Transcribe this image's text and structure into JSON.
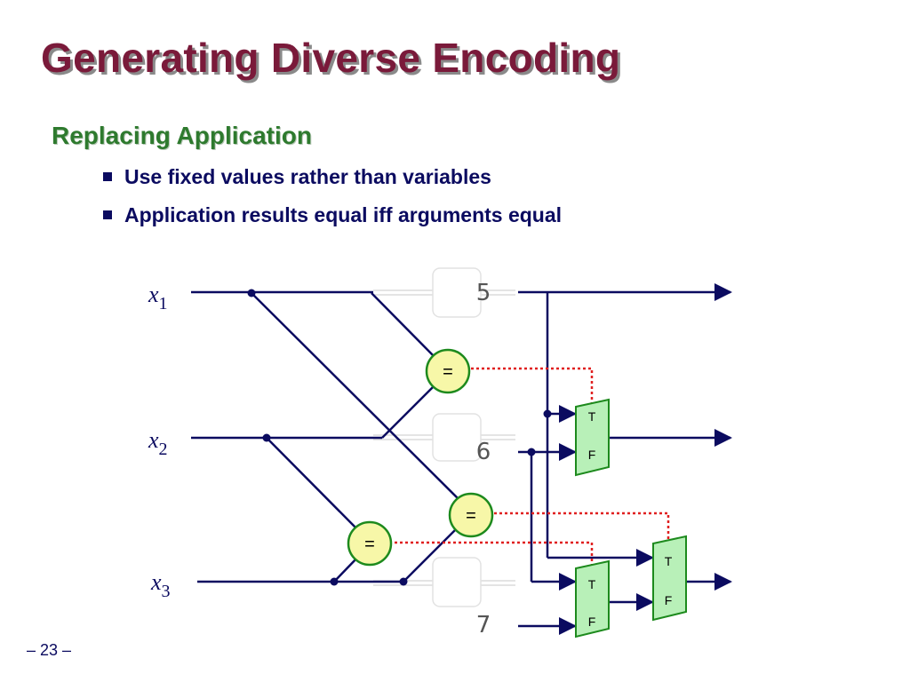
{
  "slide": {
    "title": "Generating Diverse Encoding",
    "subtitle": "Replacing Application",
    "bullets": [
      "Use fixed values rather than variables",
      "Application results equal iff arguments equal"
    ],
    "page_number": "– 23 –"
  },
  "diagram": {
    "inputs": [
      {
        "var": "x",
        "sub": "1"
      },
      {
        "var": "x",
        "sub": "2"
      },
      {
        "var": "x",
        "sub": "3"
      }
    ],
    "constants": [
      "5",
      "6",
      "7"
    ],
    "equality_gate_label": "=",
    "mux_true_label": "T",
    "mux_false_label": "F"
  },
  "colors": {
    "title": "#7a1a3a",
    "subtitle": "#2e7a2e",
    "text": "#0b0b60",
    "wire": "#0b0b60",
    "control_wire": "#e02020",
    "gate_fill": "#f7f7a8",
    "gate_stroke": "#1d8a1d",
    "mux_fill": "#b8f0b8"
  }
}
